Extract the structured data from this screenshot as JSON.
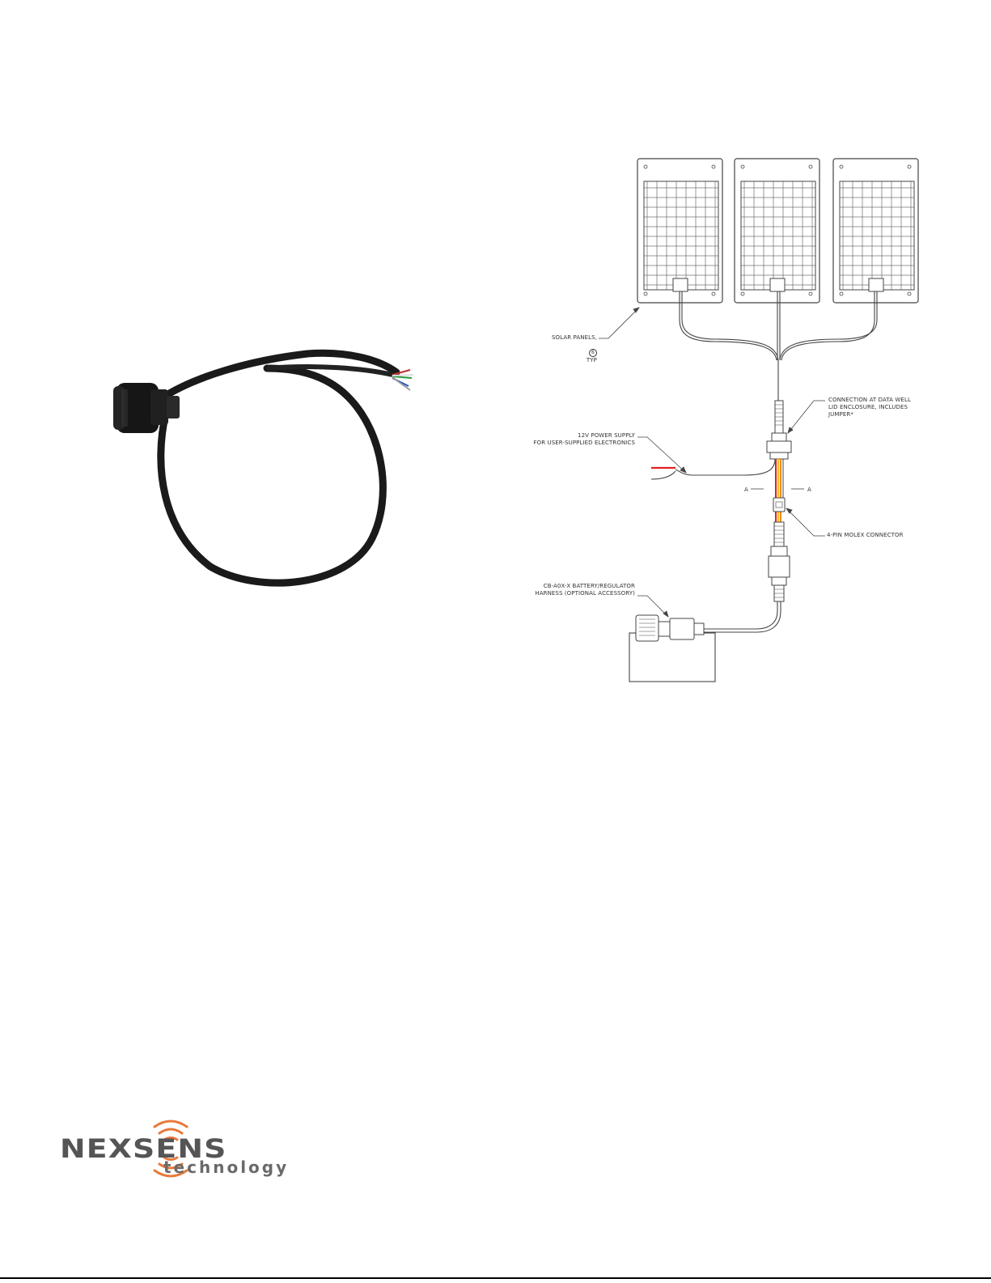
{
  "labels": {
    "solar_panels": "SOLAR PANELS,",
    "solar_panels_qty": "6",
    "solar_panels_typ": "TYP",
    "connection": "CONNECTION AT DATA WELL\nLID ENCLOSURE, INCLUDES\nJUMPER*",
    "power_supply": "12V POWER SUPPLY\nFOR USER-SUPPLIED ELECTRONICS",
    "section_a_left": "A",
    "section_a_right": "A",
    "molex": "4-PIN MOLEX CONNECTOR",
    "harness": "CB-A0X-X BATTERY/REGULATOR\nHARNESS (OPTIONAL ACCESSORY)"
  },
  "logo": {
    "word": "NEXSENS",
    "tagline": "technology",
    "colors": {
      "arcs": "#e8793a",
      "text": "#555555"
    }
  },
  "colors": {
    "wire_red": "#e02020",
    "wire_yellow": "#f0c020",
    "wire_orange": "#f08a20",
    "line": "#444444"
  }
}
